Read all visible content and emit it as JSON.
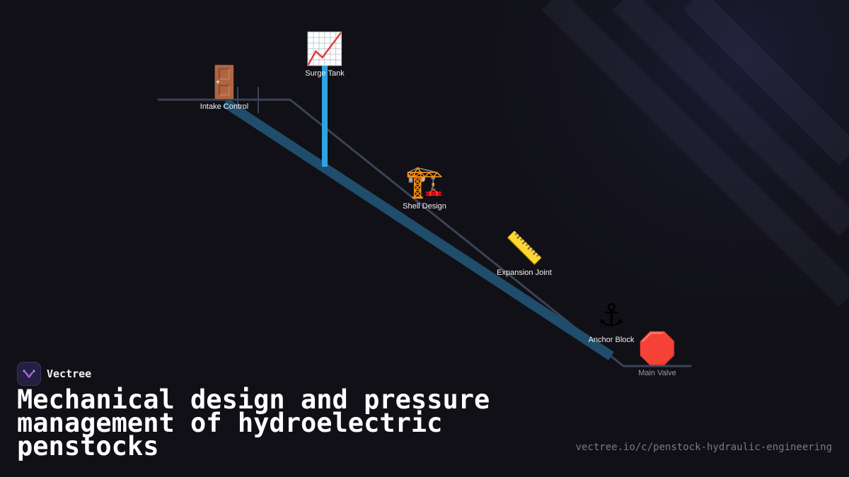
{
  "diagram": {
    "nodes": [
      {
        "id": "intake",
        "emoji": "🚪",
        "label": "Intake Control"
      },
      {
        "id": "surge",
        "emoji": "📈",
        "label": "Surge Tank"
      },
      {
        "id": "shell",
        "emoji": "🏗️",
        "label": "Shell Design"
      },
      {
        "id": "expansion",
        "emoji": "📏",
        "label": "Expansion Joint"
      },
      {
        "id": "anchor",
        "emoji": "⚓",
        "label": "Anchor Block"
      },
      {
        "id": "valve",
        "emoji": "🛑",
        "label": "Main Valve"
      }
    ],
    "colors": {
      "penstock": "#1f4d6b",
      "surge_shaft": "#2ea3e0",
      "terrain": "#3a4356",
      "background": "#111016"
    }
  },
  "brand": {
    "name": "Vectree",
    "logo_icon": "vectree-logo-icon"
  },
  "title": "Mechanical design and pressure management of hydroelectric penstocks",
  "url": "vectree.io/c/penstock-hydraulic-engineering"
}
